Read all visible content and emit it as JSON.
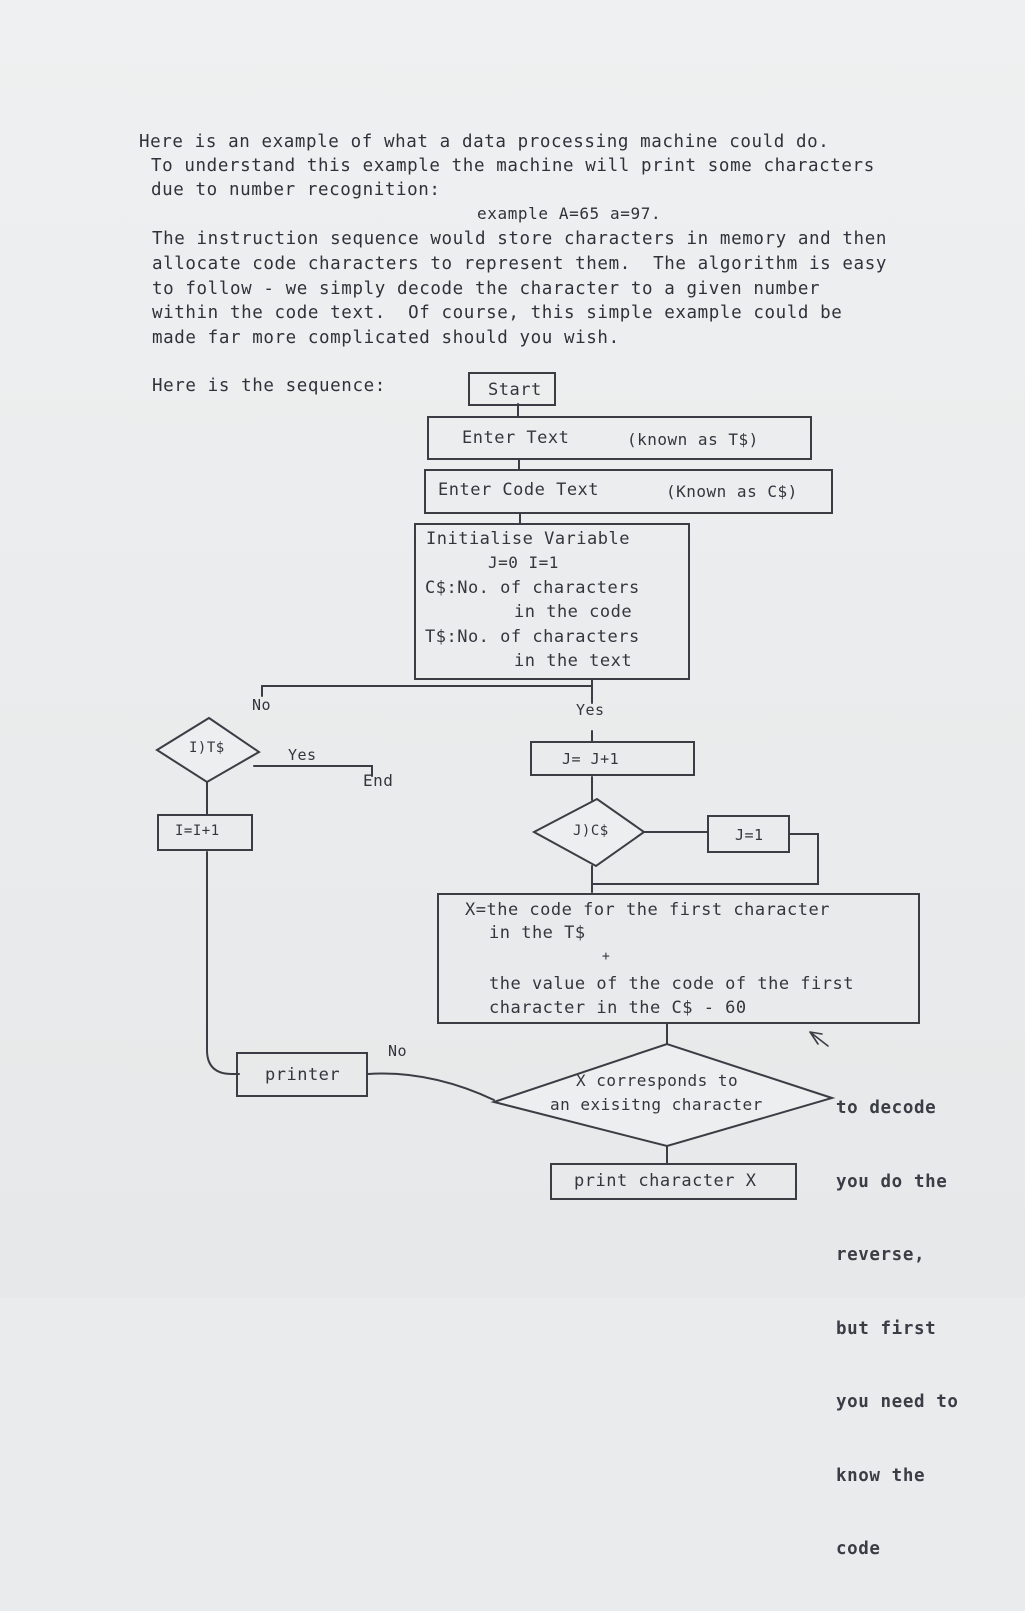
{
  "intro": {
    "lines": [
      "Here is an example of what a data processing machine could do.",
      "To understand this example the machine will print some characters",
      "due to number recognition:",
      "example A=65 a=97.",
      "The instruction sequence would store characters in memory and then",
      "allocate code characters to represent them.  The algorithm is easy",
      "to follow - we simply decode the character to a given number",
      "within the code text.  Of course, this simple example could be",
      "made far more complicated should you wish."
    ],
    "sequence_label": "Here is the sequence:"
  },
  "flowchart": {
    "start": "Start",
    "enter_text": "Enter Text",
    "enter_text_note": "(known as T$)",
    "enter_code_text": "Enter Code Text",
    "enter_code_note": "(Known as C$)",
    "init_lines": [
      "Initialise Variable",
      "J=0 I=1",
      "C$:No. of characters",
      "in the code",
      "T$:No. of characters",
      "in the text"
    ],
    "label_no_left": "No",
    "label_yes_right": "Yes",
    "decision_i": "I)T$",
    "label_yes_end": "Yes",
    "end": "End",
    "i_increment": "I=I+1",
    "j_increment": "J= J+1",
    "decision_j": "J)C$",
    "j_reset": "J=1",
    "x_lines": [
      "X=the code for the first character",
      "in the T$",
      "+",
      "the value of the code of the first",
      "character in the C$ - 60"
    ],
    "label_no_bottom": "No",
    "printer": "printer",
    "decision_x": [
      "X corresponds to",
      "an exisitng character"
    ],
    "print_char": "print character X"
  },
  "side_note": [
    "to decode",
    "you do the",
    "reverse,",
    "but first",
    "you need to",
    "know the",
    "code"
  ]
}
